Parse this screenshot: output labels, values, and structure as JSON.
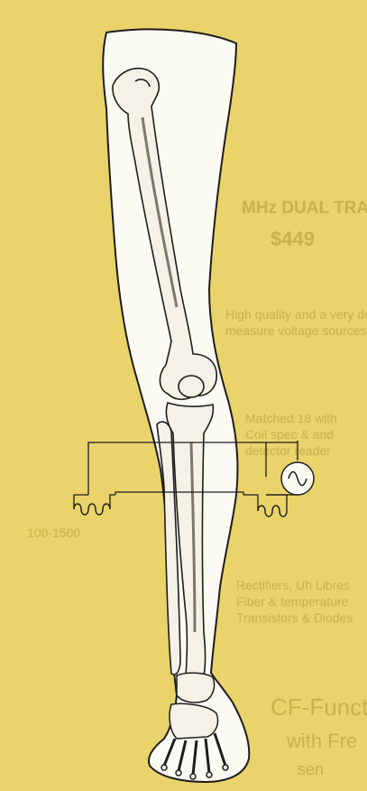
{
  "figure": {
    "subject": "leg-skeleton-with-coil-circuit",
    "colors": {
      "background": "#ead36a",
      "silhouette": "#fbfaf3",
      "outline": "#1d1d1d",
      "bone_fill": "#f4f1e6",
      "bone_shade": "#7d786a"
    }
  },
  "bleed_text": {
    "heading": "MHz DUAL TRACE OSCILL",
    "price": "$449",
    "line1": "High quality and a very dedi",
    "line2": "measure voltage sources for",
    "block1a": "Matched 18 with",
    "block1b": "Coil spec & and",
    "block1c": "detector reader",
    "block2a": "100-1500",
    "block3a": "Rectifiers, Uh Libres",
    "block3b": "Fiber & temperature",
    "block3c": "Transistors & Diodes",
    "bottom1": "CF-Function G",
    "bottom2": "with Fre",
    "bottom3": "sen"
  }
}
